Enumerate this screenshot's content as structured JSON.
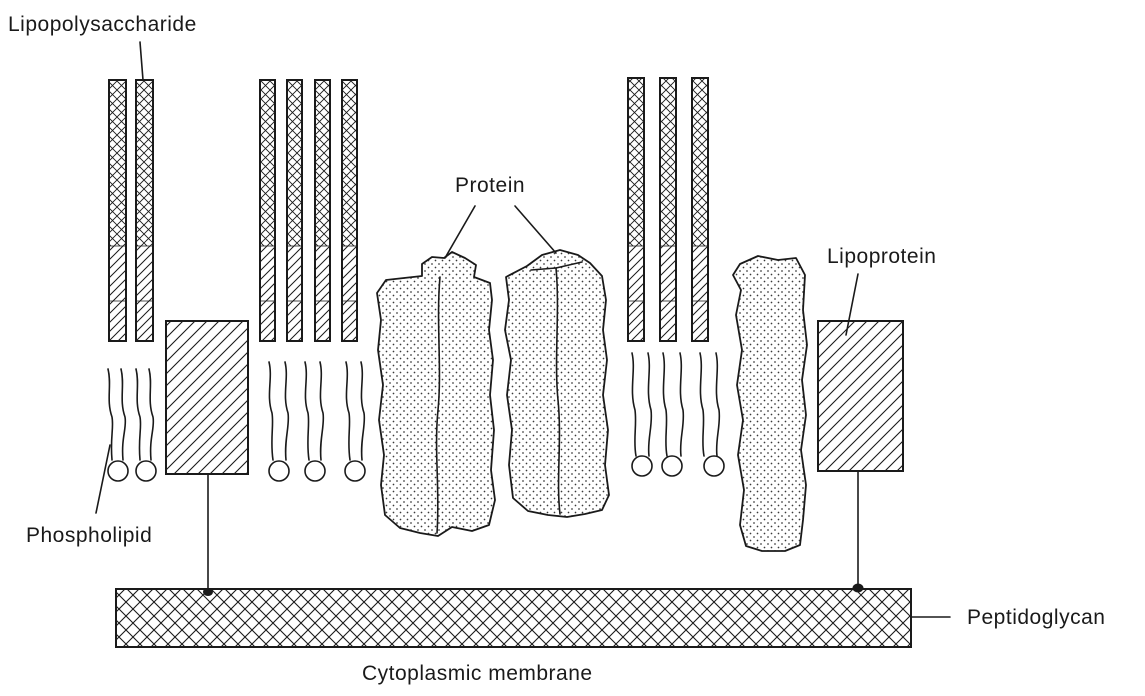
{
  "labels": {
    "lipopolysaccharide": "Lipopolysaccharide",
    "protein": "Protein",
    "lipoprotein": "Lipoprotein",
    "phospholipid": "Phospholipid",
    "peptidoglycan": "Peptidoglycan",
    "cytoplasmic_membrane": "Cytoplasmic membrane"
  }
}
